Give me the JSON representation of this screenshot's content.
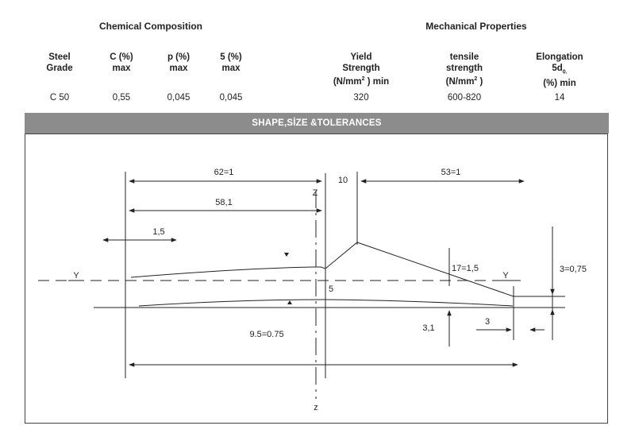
{
  "chemical": {
    "title": "Chemical Composition",
    "headers": [
      {
        "l1": "Steel",
        "l2": "Grade"
      },
      {
        "l1": "C (%)",
        "l2": "max"
      },
      {
        "l1": "p (%)",
        "l2": "max"
      },
      {
        "l1": "5 (%)",
        "l2": "max"
      }
    ],
    "values": [
      "C 50",
      "0,55",
      "0,045",
      "0,045"
    ]
  },
  "mechanical": {
    "title": "Mechanical Properties",
    "headers": [
      {
        "l1": "Yield",
        "l2": "Strength",
        "l3a": "(N/mm",
        "sup": "2",
        "l3b": " ) min"
      },
      {
        "l1": "tensile",
        "l2": "strength",
        "l3a": "(N/mm",
        "sup": "2",
        "l3b": " )"
      },
      {
        "l1": "Elongation",
        "l2": "5d",
        "l2sub": "0.",
        "l3": "(%) min"
      }
    ],
    "values": [
      "320",
      "600-820",
      "14"
    ]
  },
  "banner": "SHAPE,SİZE &TOLERANCES",
  "drawing": {
    "dim_62": "62=1",
    "dim_58": "58,1",
    "dim_10": "10",
    "dim_53": "53=1",
    "dim_1_5": "1,5",
    "dim_17": "17=1,5",
    "dim_3_075": "3=0,75",
    "dim_5": "5",
    "dim_3_1": "3,1",
    "dim_3": "3",
    "dim_9_5": "9.5=0.75",
    "axis_y_left": "Y",
    "axis_y_right": "Y",
    "axis_z_top": "Z",
    "axis_z_bottom": "z"
  }
}
